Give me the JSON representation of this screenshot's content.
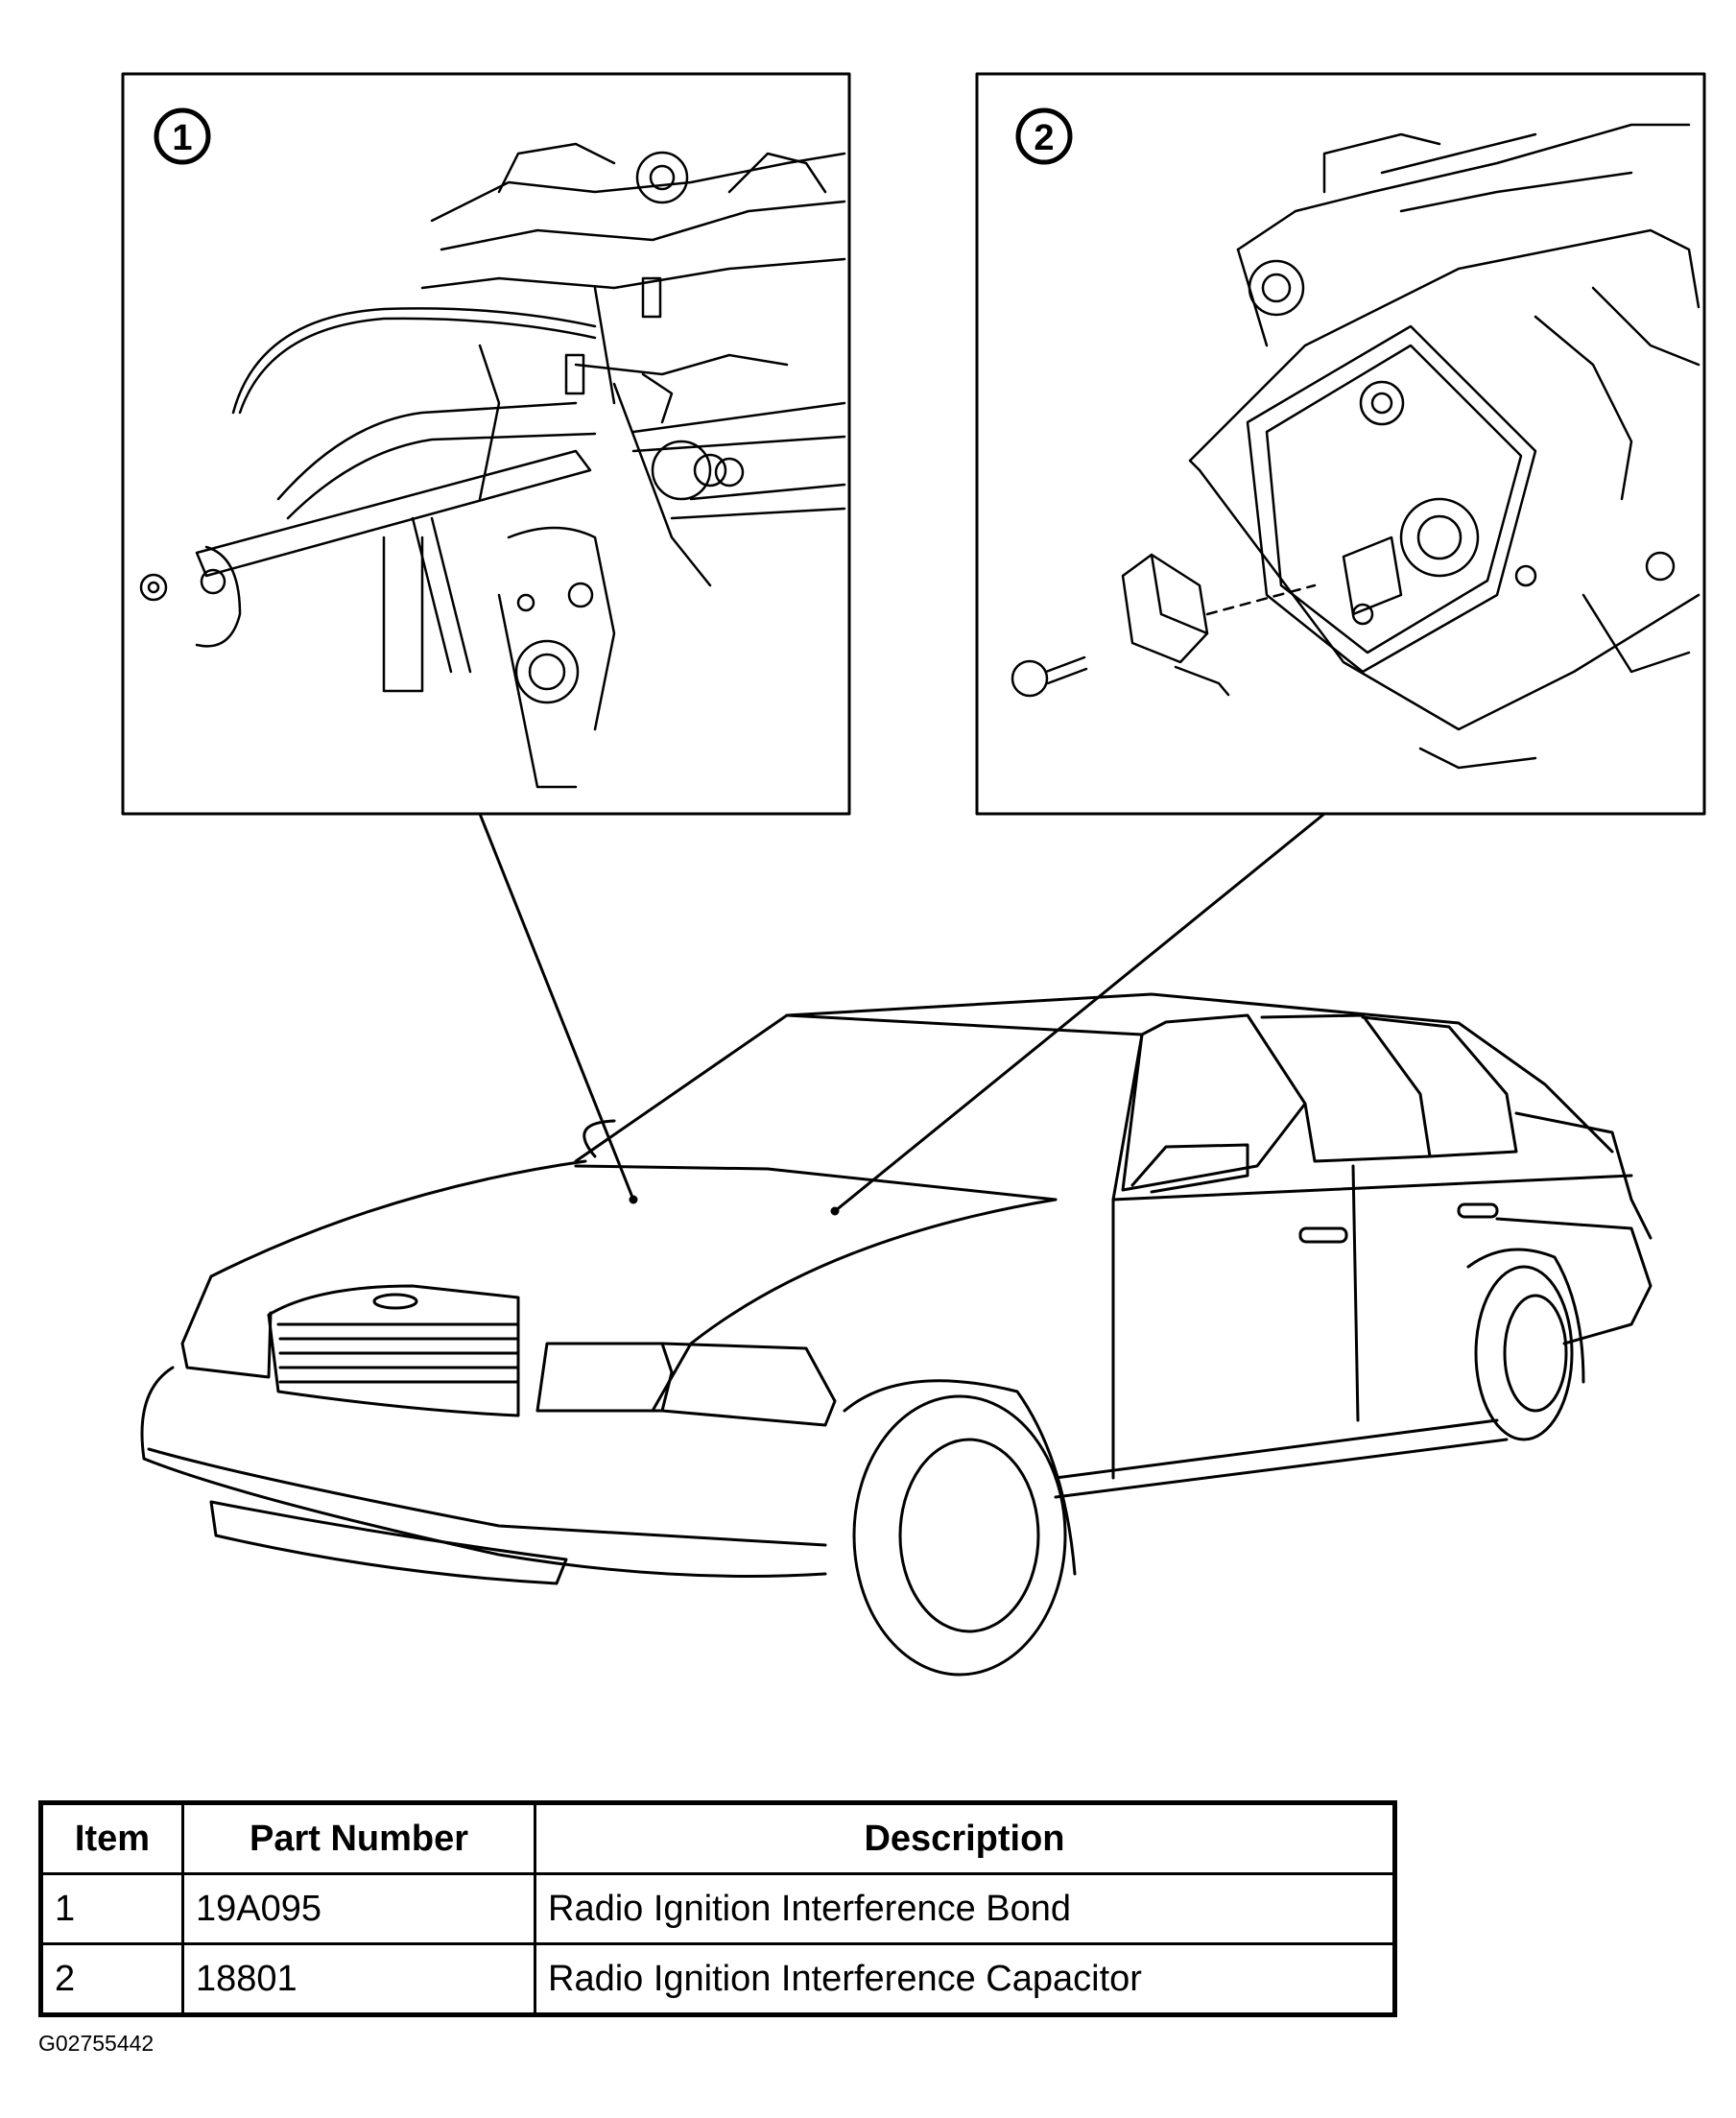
{
  "callouts": [
    {
      "number": "1"
    },
    {
      "number": "2"
    }
  ],
  "table": {
    "headers": {
      "item": "Item",
      "part_number": "Part Number",
      "description": "Description"
    },
    "rows": [
      {
        "item": "1",
        "part_number": "19A095",
        "description": "Radio Ignition Interference Bond"
      },
      {
        "item": "2",
        "part_number": "18801",
        "description": "Radio Ignition Interference Capacitor"
      }
    ]
  },
  "figure_id": "G02755442"
}
